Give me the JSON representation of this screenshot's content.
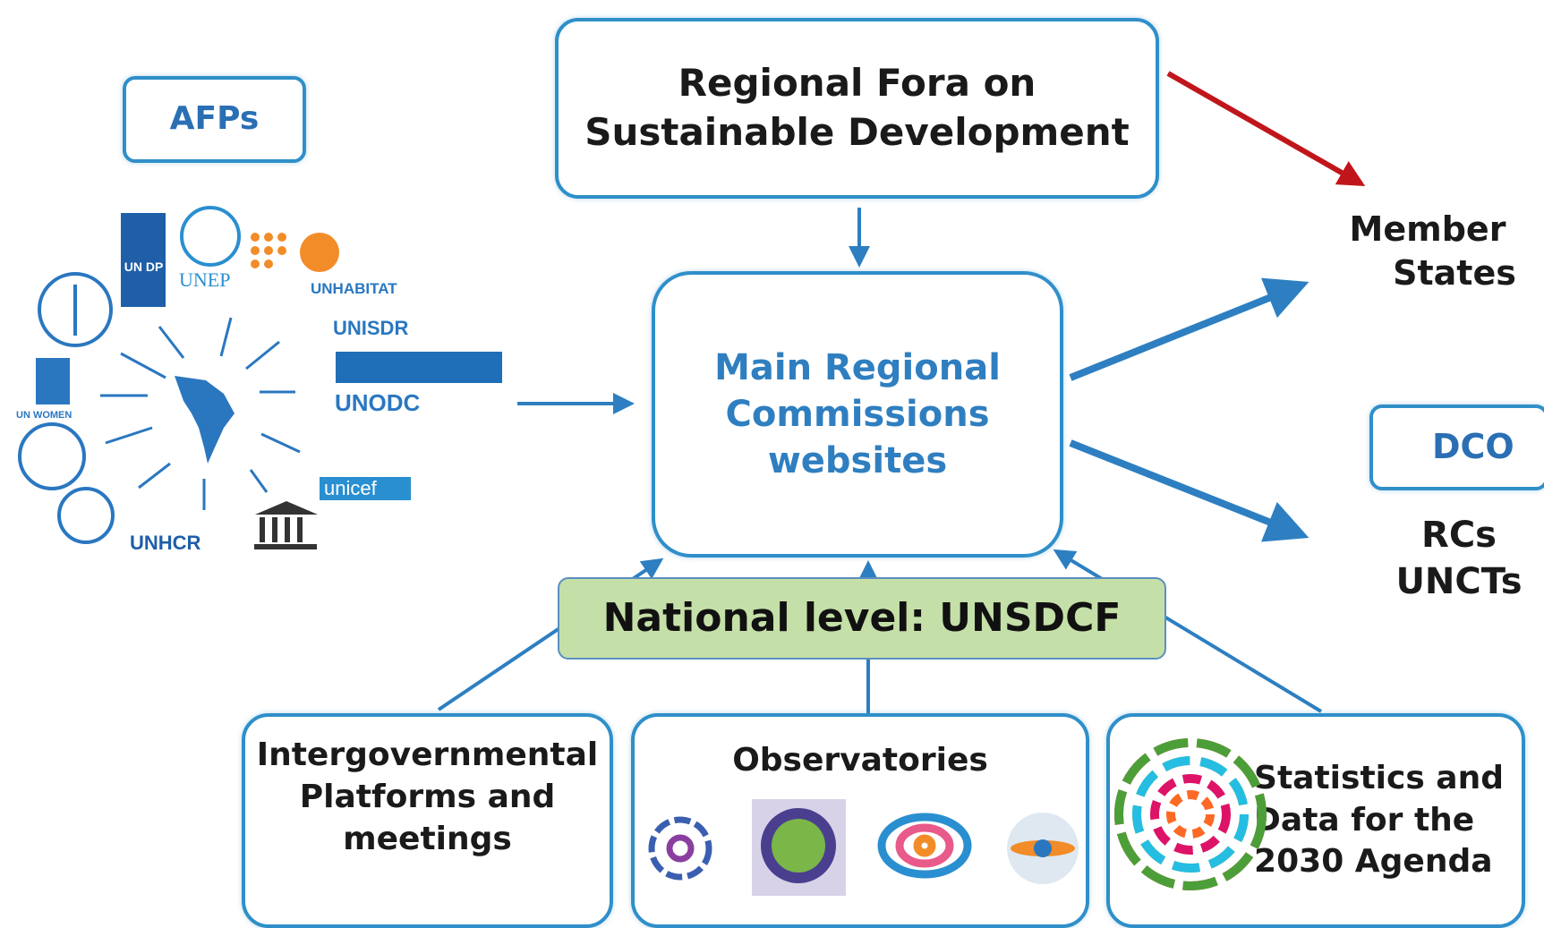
{
  "regional_fora": [
    "Regional Fora on",
    "Sustainable Development"
  ],
  "afps": "AFPs",
  "main_commissions": [
    "Main Regional",
    "Commissions",
    "websites"
  ],
  "member_states": [
    "Member",
    "States"
  ],
  "dco": "DCO",
  "rcs_uncts": [
    "RCs",
    "UNCTs"
  ],
  "national_level": "National level: UNSDCF",
  "intergovernmental": [
    "Intergovernmental",
    "Platforms and",
    "meetings"
  ],
  "observatories": "Observatories",
  "statistics": [
    "Statistics and",
    "Data for the",
    "2030 Agenda"
  ],
  "agency_logos": {
    "undp": "UN DP",
    "unep": "UNEP",
    "unhabitat": "UNHABITAT",
    "unisdr": "UNISDR",
    "unodc": "UNODC",
    "unicef": "unicef",
    "unhcr": "UNHCR",
    "unwomen": "UN WOMEN"
  },
  "colors": {
    "box_border": "#2f8fc9",
    "arrow_blue": "#2d7fc1",
    "arrow_red": "#c0161b",
    "commission_text": "#2f7fc0",
    "national_fill": "#c5dfa8"
  }
}
